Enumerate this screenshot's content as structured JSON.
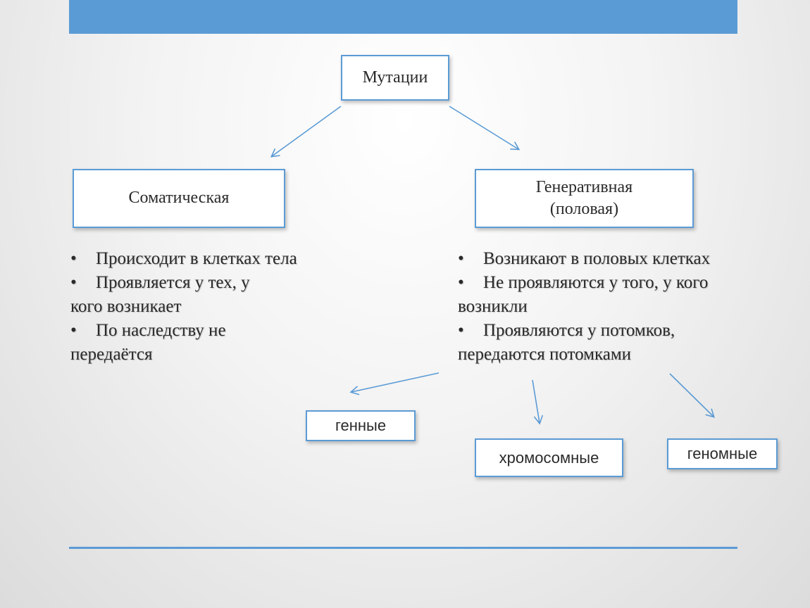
{
  "diagram": {
    "root": "Мутации",
    "somatic": {
      "title": "Соматическая"
    },
    "generative": {
      "title_line1": "Генеративная",
      "title_line2": "(половая)"
    },
    "somatic_points": [
      "Происходит в клетках тела",
      "Проявляется у тех, у кого возникает",
      "По наследству не передаётся"
    ],
    "generative_points": [
      "Возникают в половых клетках",
      "Не проявляются у того, у кого возникли",
      "Проявляются у потомков, передаются потомками"
    ],
    "types": {
      "gene": "генные",
      "chromosomal": "хромосомные",
      "genomic": "геномные"
    }
  },
  "colors": {
    "accent": "#5b9bd5",
    "text": "#2a2a2a"
  }
}
